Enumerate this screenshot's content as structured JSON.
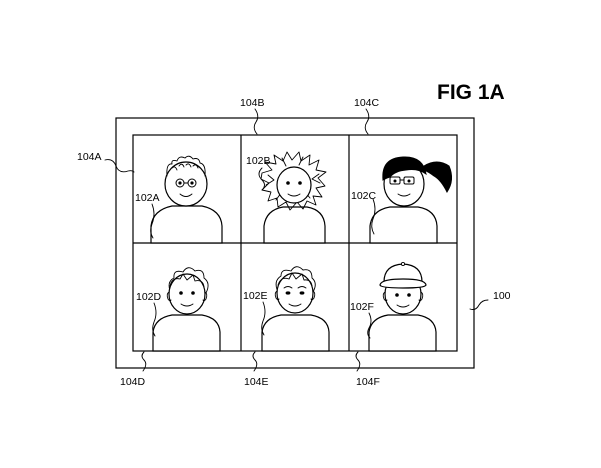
{
  "figure": {
    "title": "FIG 1A",
    "device_label": "100",
    "frame_labels": [
      "104A",
      "104B",
      "104C",
      "104D",
      "104E",
      "104F"
    ],
    "participant_labels": [
      "102A",
      "102B",
      "102C",
      "102D",
      "102E",
      "102F"
    ]
  }
}
